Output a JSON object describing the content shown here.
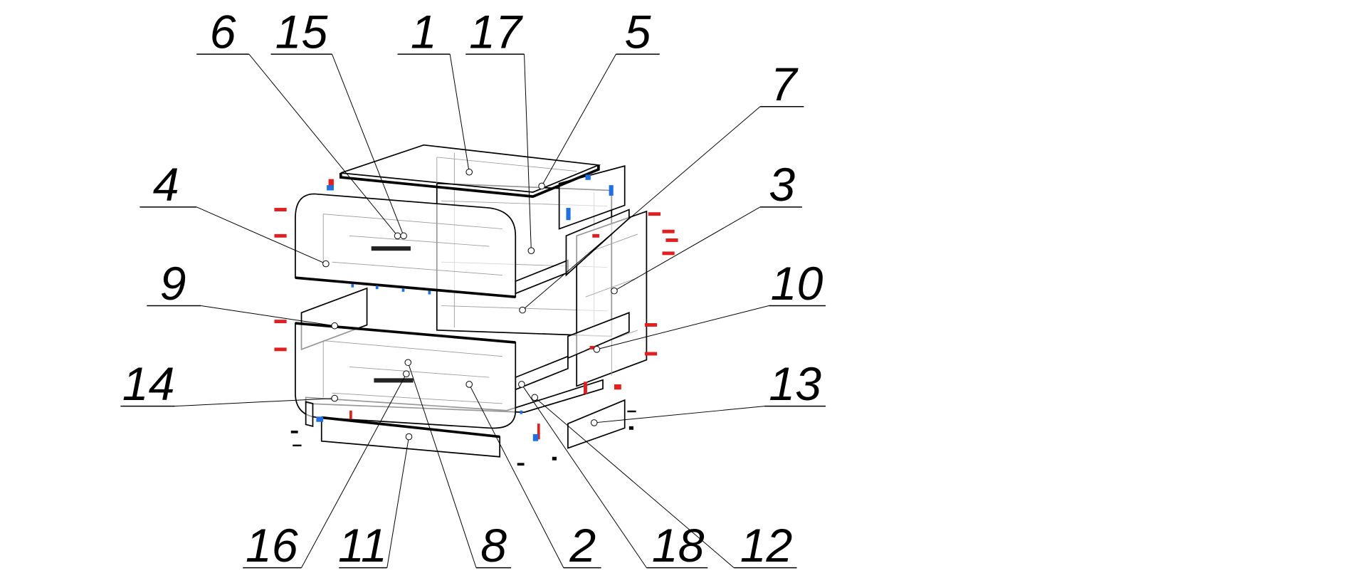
{
  "diagram": {
    "type": "exploded assembly view",
    "colors": {
      "line": "#000000",
      "fastener_red": "#e02020",
      "fastener_blue": "#2070e0"
    },
    "callouts": [
      {
        "label": "6"
      },
      {
        "label": "15"
      },
      {
        "label": "1"
      },
      {
        "label": "17"
      },
      {
        "label": "5"
      },
      {
        "label": "7"
      },
      {
        "label": "4"
      },
      {
        "label": "3"
      },
      {
        "label": "9"
      },
      {
        "label": "10"
      },
      {
        "label": "14"
      },
      {
        "label": "13"
      },
      {
        "label": "16"
      },
      {
        "label": "11"
      },
      {
        "label": "8"
      },
      {
        "label": "2"
      },
      {
        "label": "18"
      },
      {
        "label": "12"
      }
    ]
  }
}
